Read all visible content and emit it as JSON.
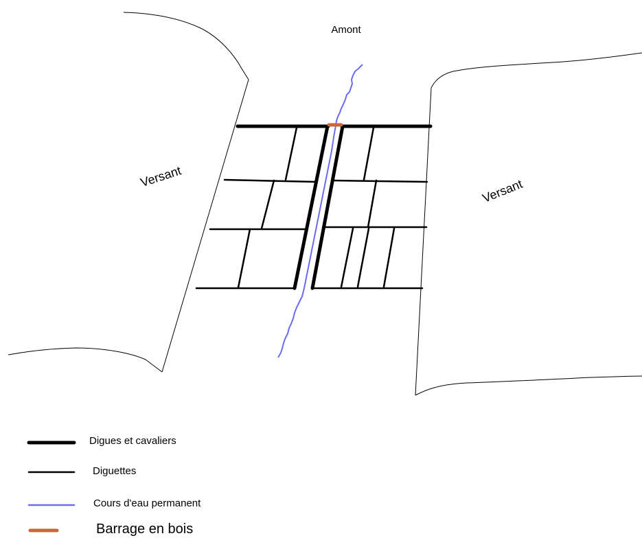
{
  "labels": {
    "upstream": "Amont",
    "slope_left": "Versant",
    "slope_right": "Versant"
  },
  "legend": [
    {
      "key": "digues",
      "label": "Digues et cavaliers",
      "color": "#000000"
    },
    {
      "key": "diguettes",
      "label": "Diguettes",
      "color": "#000000"
    },
    {
      "key": "cours_eau",
      "label": "Cours d'eau permanent",
      "color": "#6b6bf0"
    },
    {
      "key": "barrage",
      "label": "Barrage en bois",
      "color": "#c8673a"
    }
  ]
}
